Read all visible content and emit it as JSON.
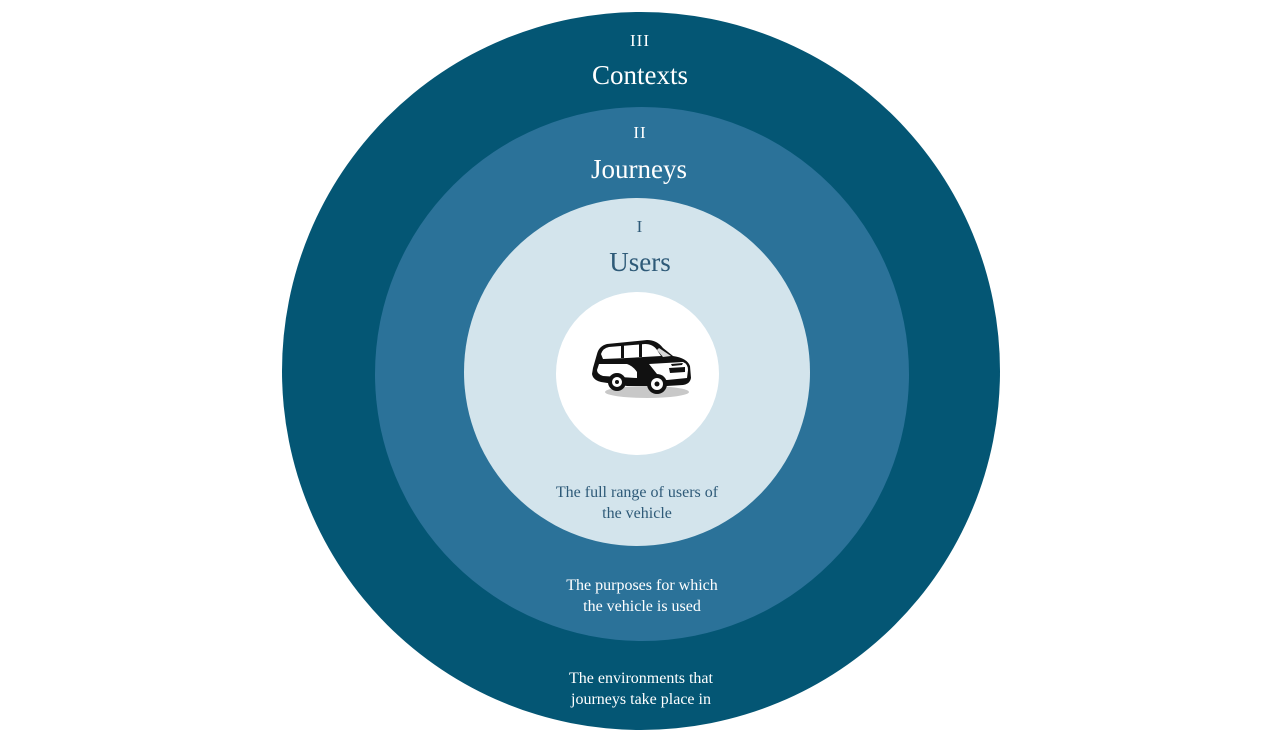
{
  "layers": [
    {
      "numeral": "III",
      "title": "Contexts",
      "description_line1": "The environments that",
      "description_line2": "journeys take place in"
    },
    {
      "numeral": "II",
      "title": "Journeys",
      "description_line1": "The purposes for which",
      "description_line2": "the vehicle is used"
    },
    {
      "numeral": "I",
      "title": "Users",
      "description_line1": "The full range of users of",
      "description_line2": "the vehicle"
    }
  ],
  "colors": {
    "outer_ring": "#045674",
    "middle_ring": "#2b7299",
    "inner_ring": "#d3e4ec",
    "core": "#ffffff",
    "dark_text": "#2e5a78",
    "light_text": "#ffffff"
  },
  "center_icon": "car-icon"
}
